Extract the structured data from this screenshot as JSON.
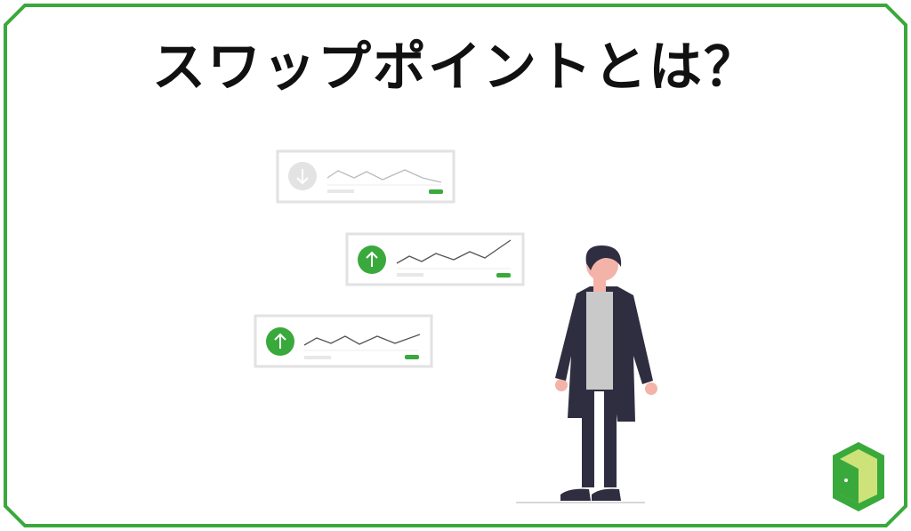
{
  "title": "スワップポイントとは？",
  "colors": {
    "frame": "#3aa93c",
    "accent": "#3aa93c",
    "card_border": "#e2e2e2",
    "muted_icon": "#e0e0e0",
    "figure_coat": "#2f2e41",
    "figure_shirt": "#c9c9c9",
    "skin": "#f3b3a9"
  },
  "cards": [
    {
      "name": "trend-card-down",
      "icon": "arrow-down-icon",
      "active": false
    },
    {
      "name": "trend-card-up-1",
      "icon": "arrow-up-icon",
      "active": true
    },
    {
      "name": "trend-card-up-2",
      "icon": "arrow-up-icon",
      "active": true
    }
  ],
  "logo": {
    "icon": "door-logo-icon"
  }
}
